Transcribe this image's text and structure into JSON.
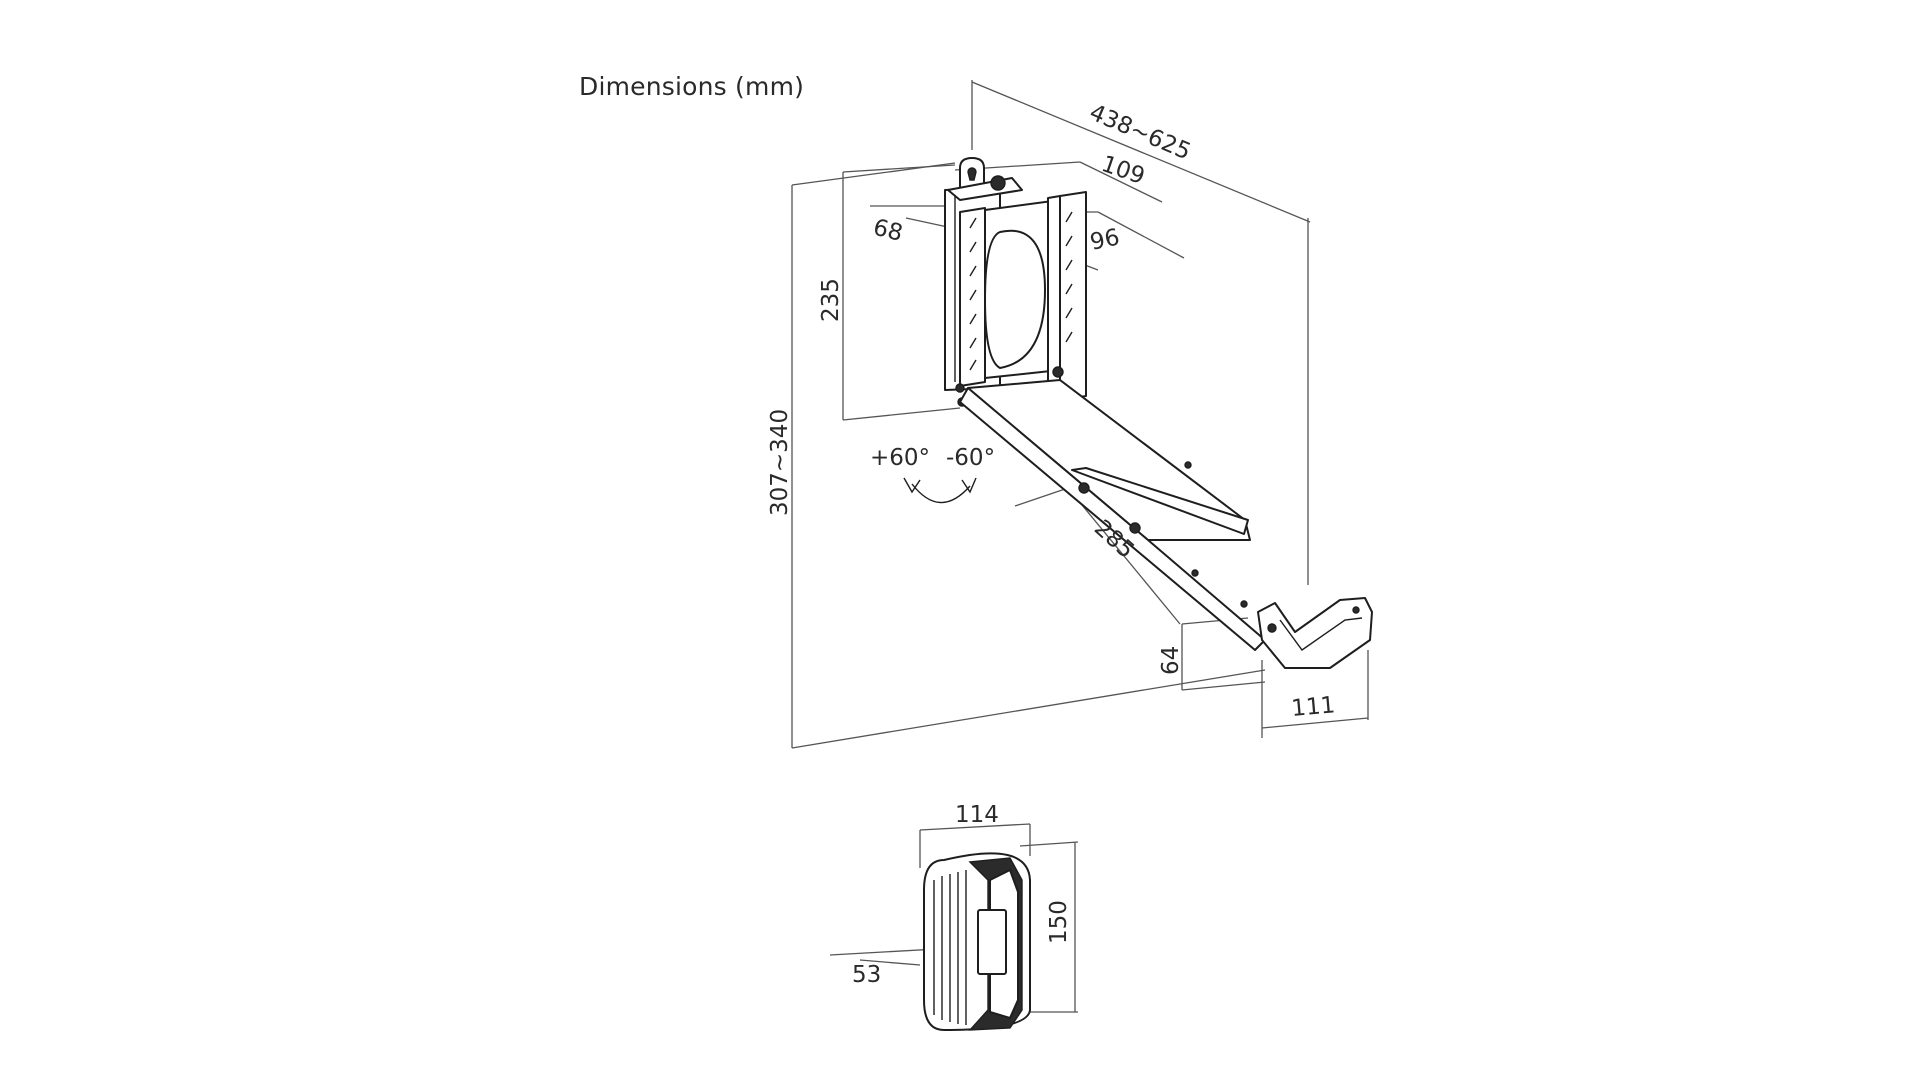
{
  "title": "Dimensions (mm)",
  "labels": {
    "overall_depth": "438~625",
    "plate_width": "109",
    "slot_depth": "68",
    "slot_width": "96",
    "plate_height": "235",
    "overall_height": "307~340",
    "tilt_up": "+60°",
    "tilt_down": "-60°",
    "arm_length": "285",
    "bracket_height": "64",
    "bracket_depth": "111",
    "speaker_width": "114",
    "speaker_height": "150",
    "speaker_offset": "53"
  }
}
